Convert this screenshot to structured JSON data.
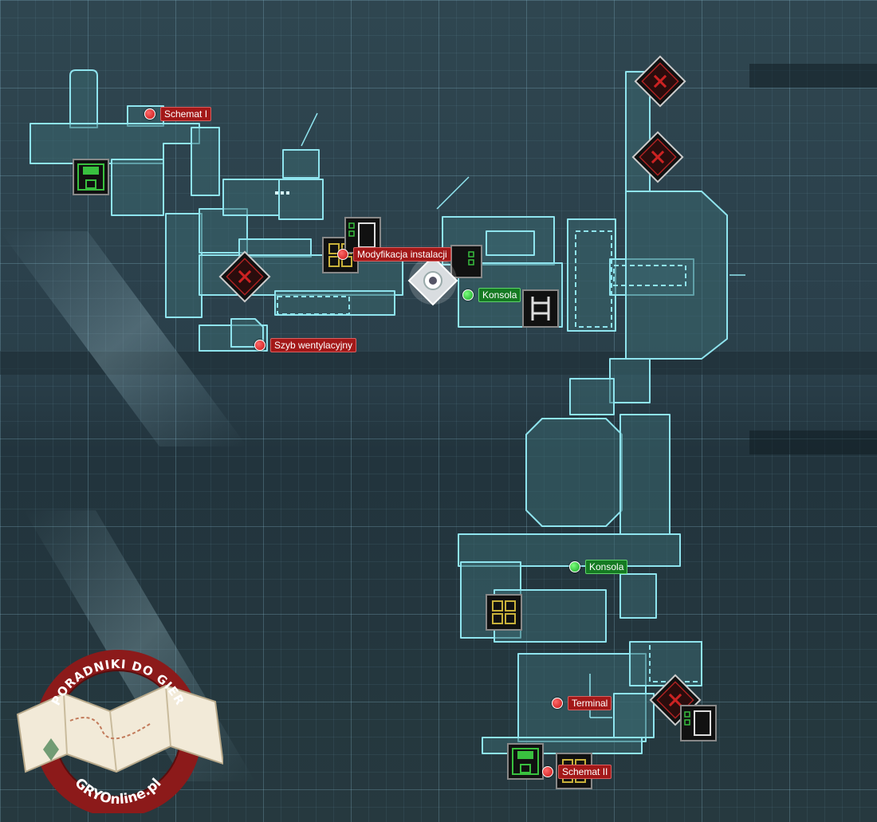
{
  "map": {
    "markers": [
      {
        "id": "schemat-1",
        "label": "Schemat I",
        "color": "red"
      },
      {
        "id": "modyfikacja",
        "label": "Modyfikacja instalacji",
        "color": "red"
      },
      {
        "id": "szyb",
        "label": "Szyb wentylacyjny",
        "color": "red"
      },
      {
        "id": "konsola-1",
        "label": "Konsola",
        "color": "green"
      },
      {
        "id": "konsola-2",
        "label": "Konsola",
        "color": "green"
      },
      {
        "id": "terminal",
        "label": "Terminal",
        "color": "red"
      },
      {
        "id": "schemat-2",
        "label": "Schemat II",
        "color": "red"
      }
    ],
    "icons": [
      "save-station-icon",
      "locked-door-icon",
      "upgrade-bench-icon",
      "store-icon",
      "player-location-icon"
    ]
  },
  "logo": {
    "top_text": "PORADNIKI DO GIER",
    "bottom_text": "GRYOnline.pl"
  },
  "colors": {
    "outline": "#8fe4ee",
    "room_fill": "#3a6770",
    "marker_red": "#c81414",
    "marker_green": "#14a524",
    "logo_red": "#8c1a1a"
  }
}
